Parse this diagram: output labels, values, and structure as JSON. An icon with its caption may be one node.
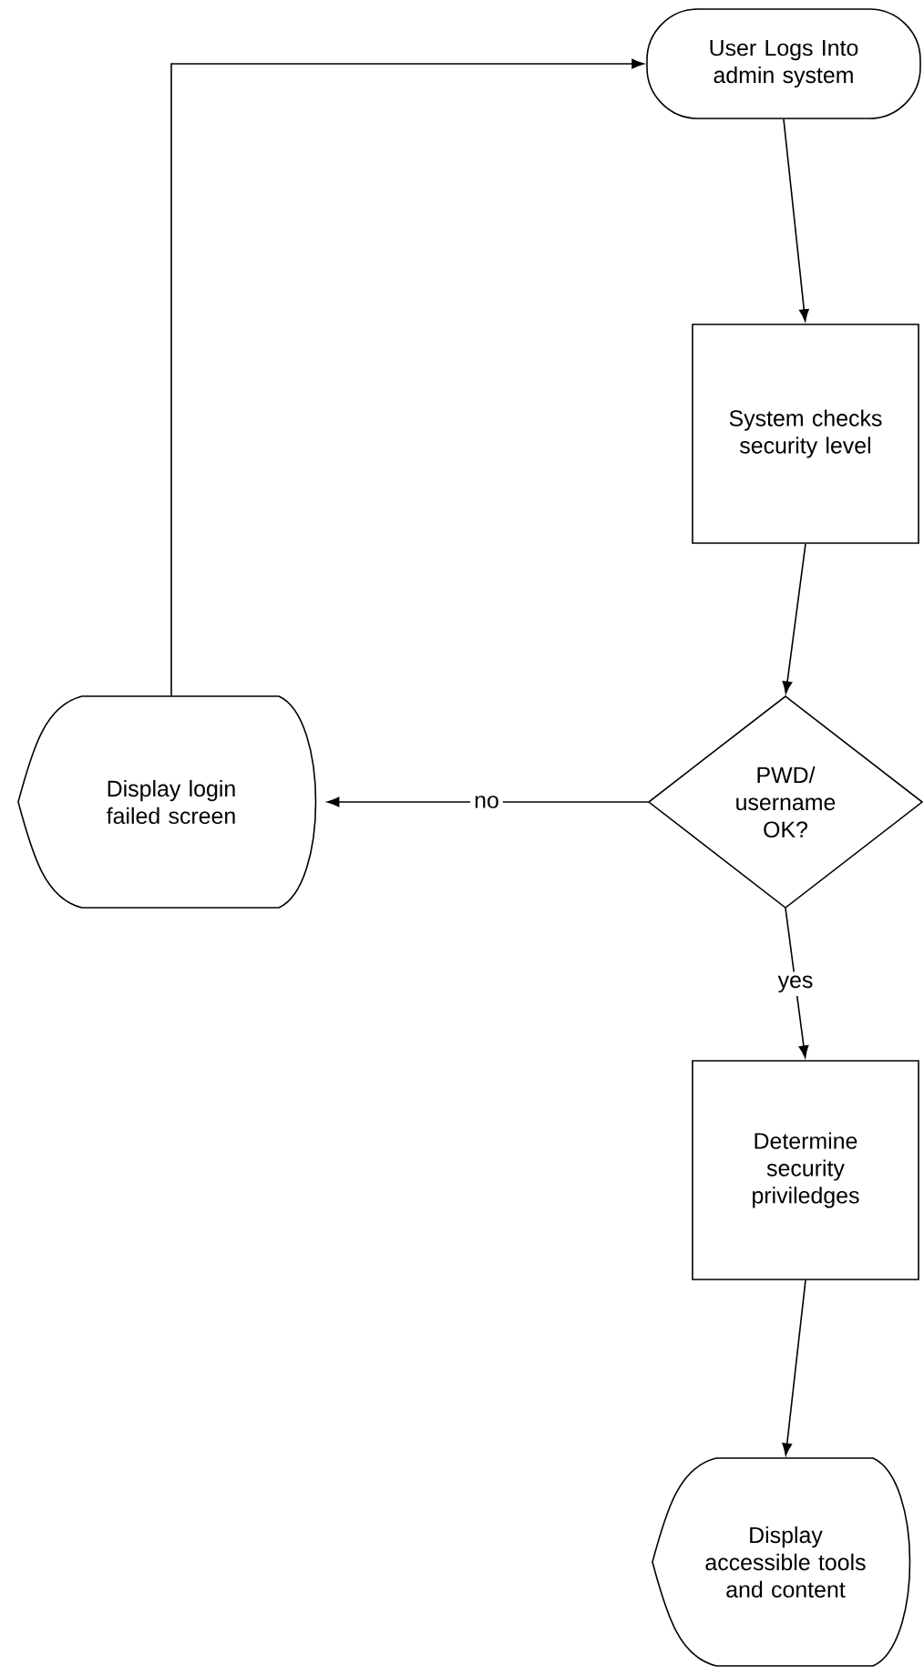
{
  "diagram": {
    "nodes": [
      {
        "text": [
          "User Logs Into admin system"
        ]
      },
      {
        "text": [
          "System checks security level"
        ]
      },
      {
        "text": [
          "PWD/ username OK?"
        ]
      },
      {
        "text": [
          "Display login failed screen"
        ]
      },
      {
        "text": [
          "Determine security priviledges"
        ]
      },
      {
        "text": [
          "Display accessible tools and content"
        ]
      }
    ],
    "edges": [
      {
        "from": 0,
        "to": 1,
        "arrow": "to"
      },
      {
        "from": 1,
        "to": 2,
        "arrow": "to"
      },
      {
        "from": 2,
        "to": 3,
        "arrow": "to",
        "label": "no"
      },
      {
        "from": 2,
        "to": 4,
        "arrow": "to",
        "label": "yes"
      },
      {
        "from": 4,
        "to": 5,
        "arrow": "to"
      },
      {
        "from": 3,
        "to": 0,
        "arrow": "to"
      }
    ]
  }
}
